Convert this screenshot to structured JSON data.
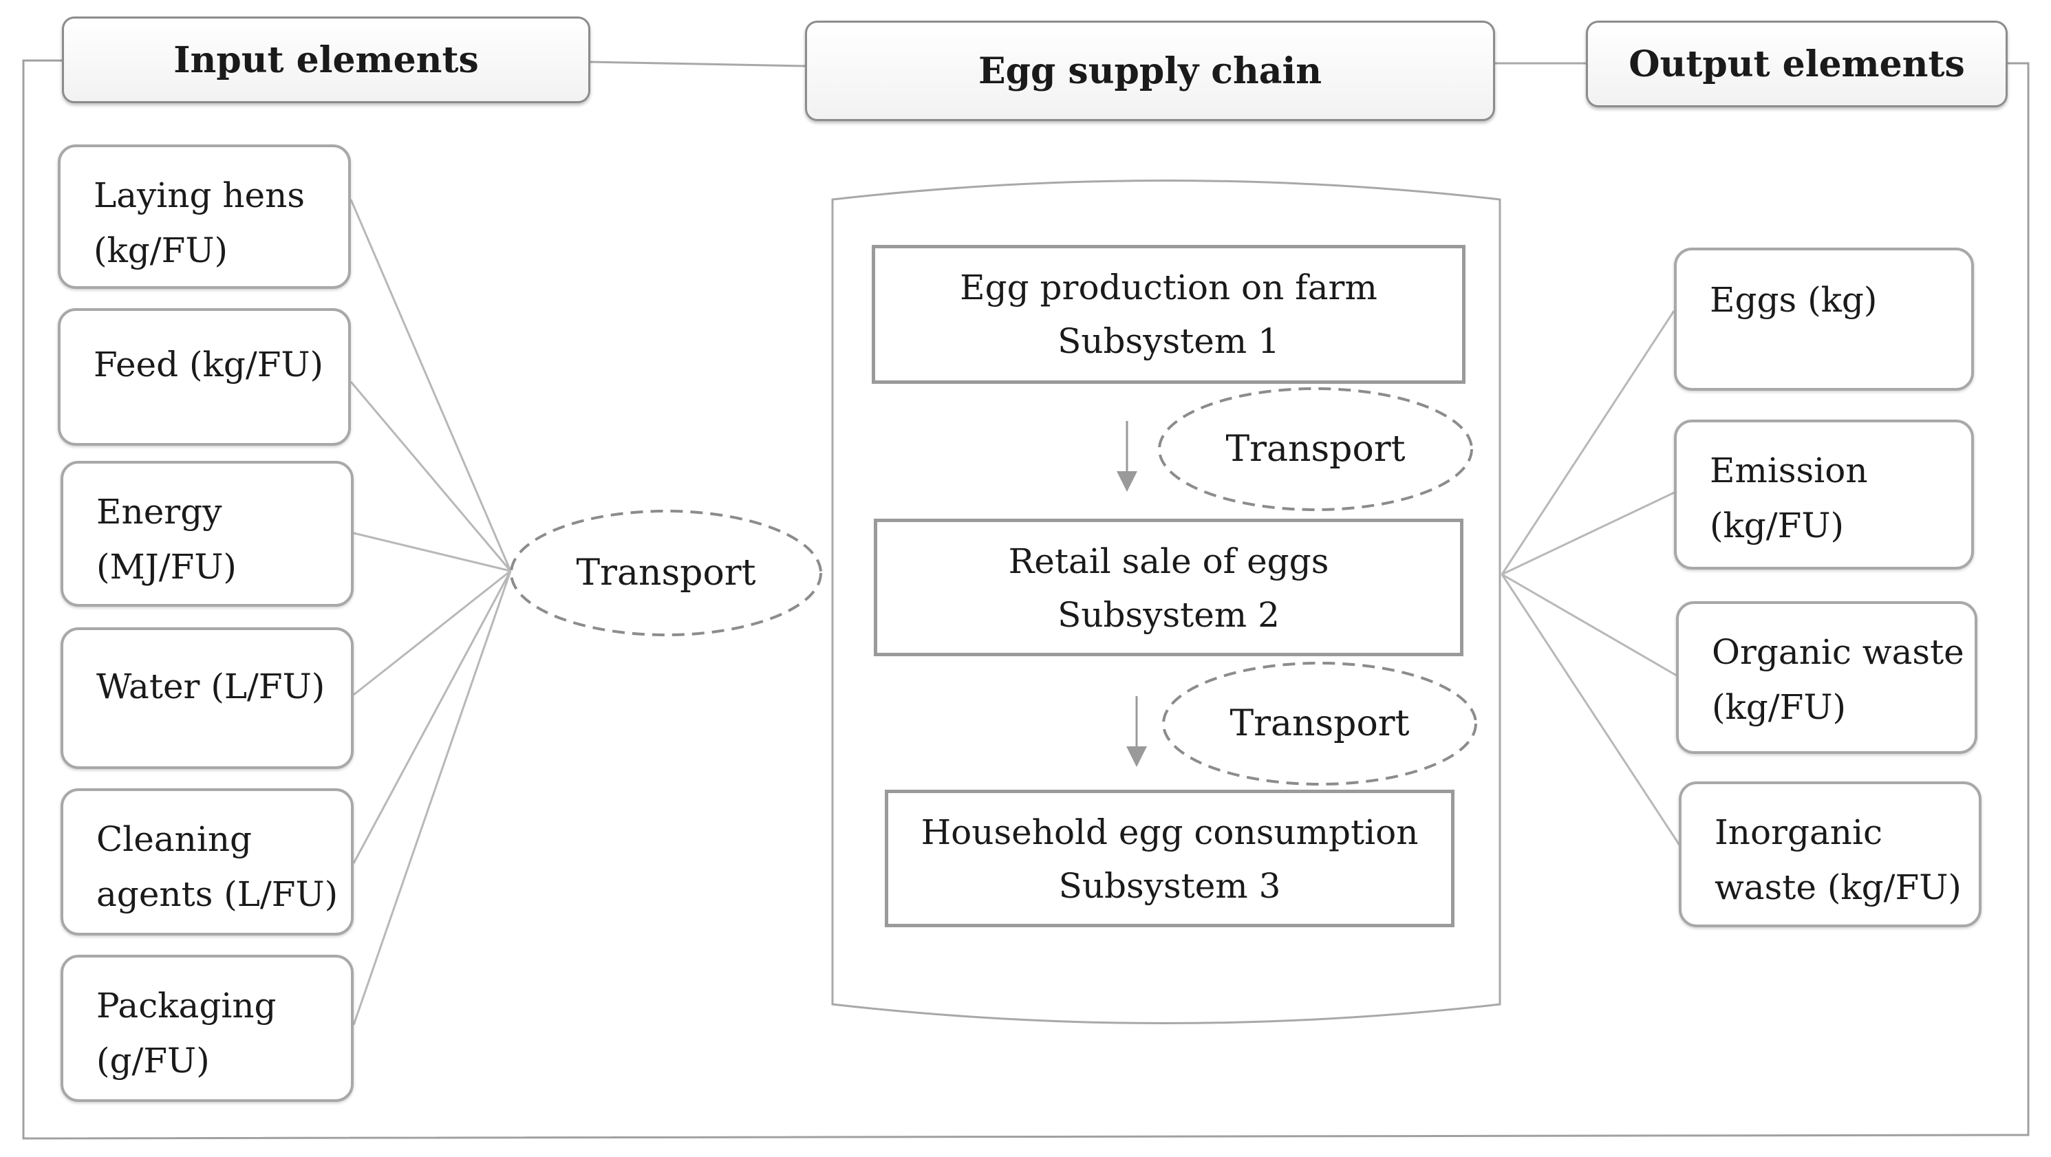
{
  "headers": {
    "input": "Input elements",
    "chain": "Egg supply chain",
    "output": "Output elements"
  },
  "inputs": [
    "Laying hens\n(kg/FU)",
    "Feed (kg/FU)",
    "Energy\n(MJ/FU)",
    "Water (L/FU)",
    "Cleaning\nagents (L/FU)",
    "Packaging\n(g/FU)"
  ],
  "transport_label": "Transport",
  "subsystems": [
    "Egg production on farm\nSubsystem 1",
    "Retail sale of eggs\nSubsystem 2",
    "Household egg consumption\nSubsystem 3"
  ],
  "outputs": [
    "Eggs (kg)",
    "Emission\n(kg/FU)",
    "Organic waste\n(kg/FU)",
    "Inorganic\nwaste (kg/FU)"
  ]
}
